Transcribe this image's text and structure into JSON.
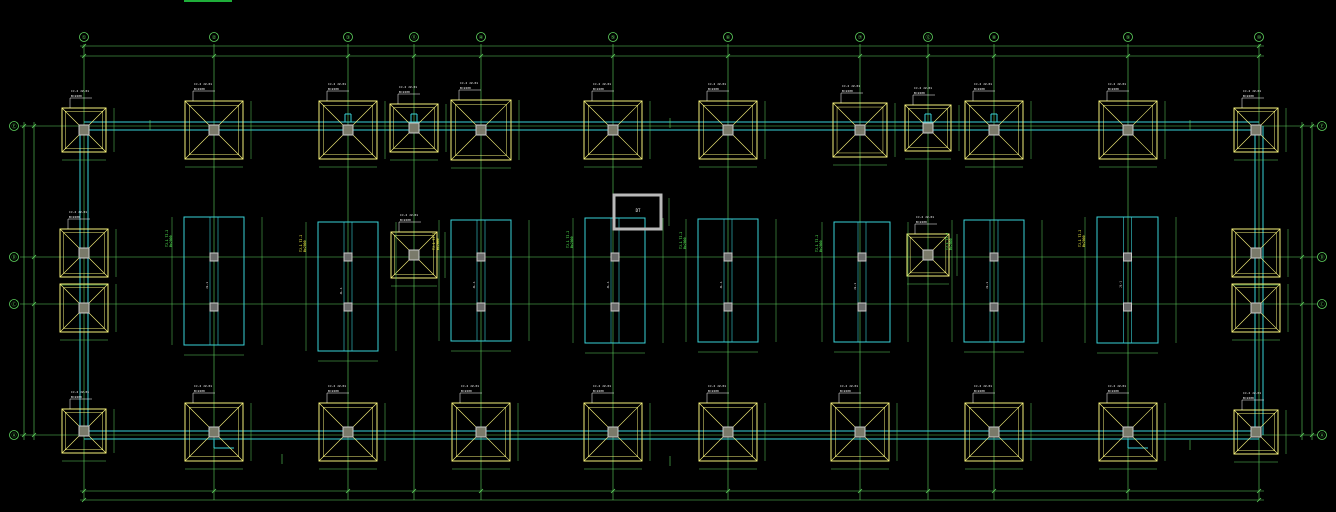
{
  "drawing": {
    "colors": {
      "axis": "#5fd35f",
      "footing": "#f4f07a",
      "beam": "#39d2d8",
      "column": "#c9c9c9",
      "label_white": "#ffffff",
      "label_yellow": "#ffff4a",
      "label_green": "#5cff5c",
      "hatch_box": "#b9b9b9",
      "tab": "#1fae3a"
    },
    "column_axes": [
      "①",
      "②",
      "③",
      "⑪",
      "④",
      "⑤",
      "⑥",
      "⑦",
      "⑫",
      "⑧",
      "⑨",
      "⑩"
    ],
    "row_axes": [
      "Ⓔ",
      "Ⓓ",
      "Ⓒ",
      "Ⓐ"
    ],
    "footing_tag": "CJ-2  JZ-01",
    "footing_subtag": "B=2200",
    "strip_tag": "TJ-1  TJ-2",
    "strip_subtag": "Bx2000",
    "elevator_box_label": "DT"
  }
}
